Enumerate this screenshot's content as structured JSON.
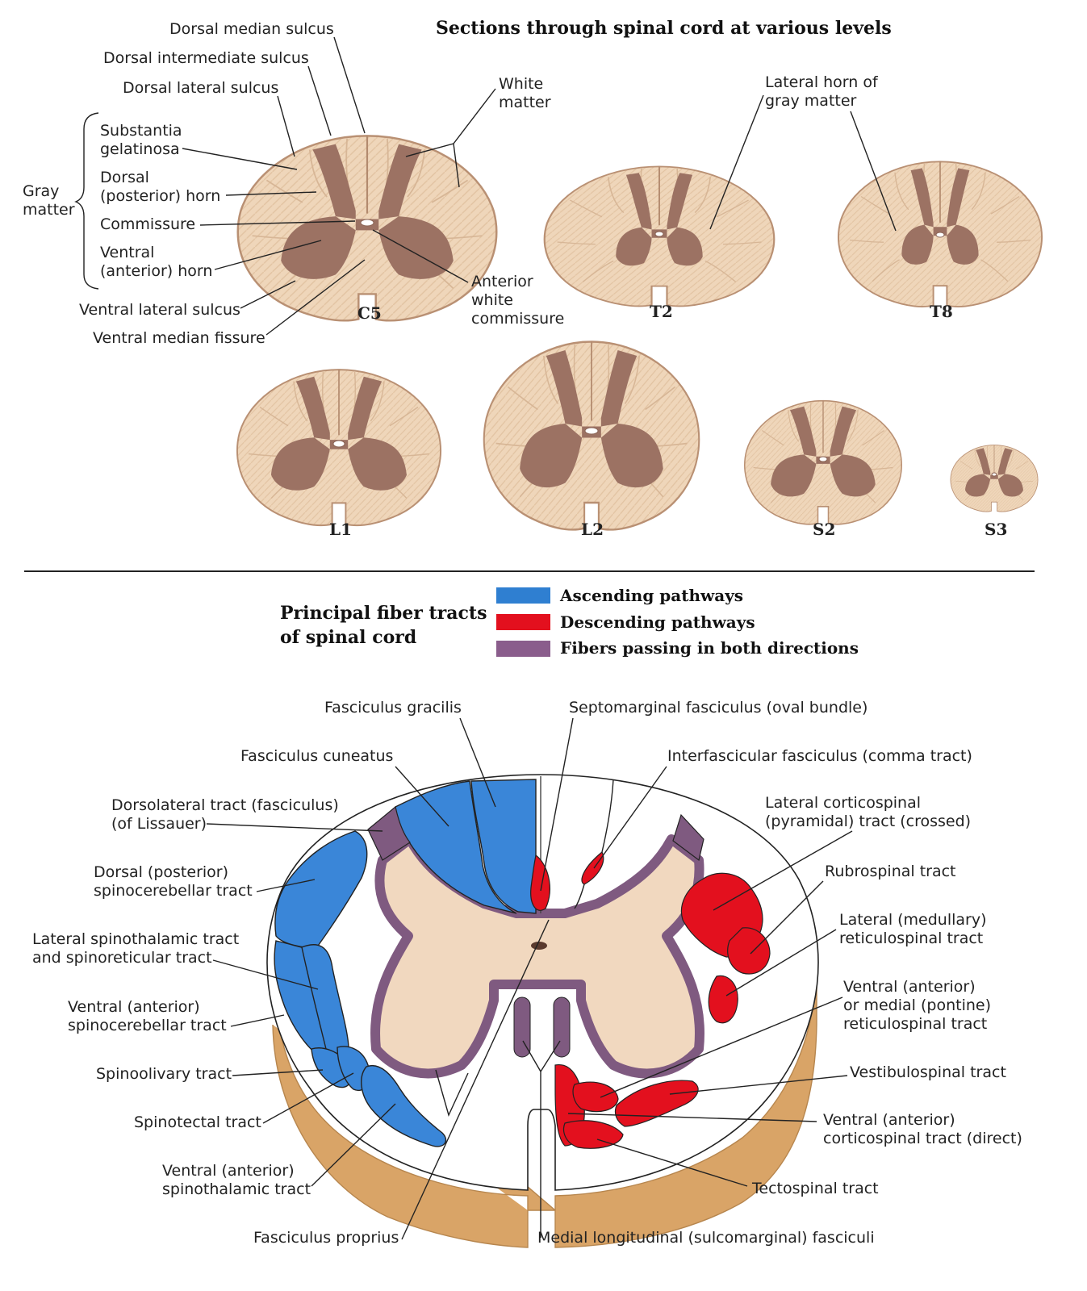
{
  "top_title": "Sections through spinal cord at various levels",
  "top_labels": {
    "dorsal_median_sulcus": "Dorsal median sulcus",
    "dorsal_intermediate_sulcus": "Dorsal intermediate sulcus",
    "dorsal_lateral_sulcus": "Dorsal lateral sulcus",
    "gray_matter_1": "Gray",
    "gray_matter_2": "matter",
    "substantia_1": "Substantia",
    "substantia_2": "gelatinosa",
    "dorsal_horn_1": "Dorsal",
    "dorsal_horn_2": "(posterior) horn",
    "commissure": "Commissure",
    "ventral_horn_1": "Ventral",
    "ventral_horn_2": "(anterior) horn",
    "ventral_lateral_sulcus": "Ventral lateral sulcus",
    "ventral_median_fissure": "Ventral median fissure",
    "white_matter_1": "White",
    "white_matter_2": "matter",
    "anterior_white_1": "Anterior",
    "anterior_white_2": "white",
    "anterior_white_3": "commissure",
    "lateral_horn_1": "Lateral horn of",
    "lateral_horn_2": "gray matter"
  },
  "levels": [
    "C5",
    "T2",
    "T8",
    "L1",
    "L2",
    "S2",
    "S3"
  ],
  "bottom_title_1": "Principal fiber tracts",
  "bottom_title_2": "of spinal cord",
  "legend": [
    {
      "label": "Ascending pathways",
      "color": "#2f7fd1"
    },
    {
      "label": "Descending pathways",
      "color": "#e3101e"
    },
    {
      "label": "Fibers passing in both directions",
      "color": "#8a5d8c"
    }
  ],
  "colors": {
    "white_matter": "#f0d9be",
    "gray_matter": "#9e7568",
    "ascending": "#3a86d8",
    "descending": "#e3101e",
    "both": "#7f5a80",
    "cut_surface": "#d8a36a"
  },
  "tract_labels": {
    "fasciculus_gracilis": "Fasciculus gracilis",
    "septomarginal": "Septomarginal fasciculus (oval bundle)",
    "fasciculus_cuneatus": "Fasciculus cuneatus",
    "interfascicular": "Interfascicular fasciculus (comma tract)",
    "dorsolateral_1": "Dorsolateral tract (fasciculus)",
    "dorsolateral_2": "(of Lissauer)",
    "lat_corticospinal_1": "Lateral corticospinal",
    "lat_corticospinal_2": "(pyramidal) tract (crossed)",
    "dorsal_spinocerebellar_1": "Dorsal (posterior)",
    "dorsal_spinocerebellar_2": "spinocerebellar tract",
    "rubrospinal": "Rubrospinal tract",
    "lat_spinothalamic_1": "Lateral spinothalamic tract",
    "lat_spinothalamic_2": "and spinoreticular tract",
    "lat_reticulospinal_1": "Lateral (medullary)",
    "lat_reticulospinal_2": "reticulospinal tract",
    "ventral_spinocerebellar_1": "Ventral (anterior)",
    "ventral_spinocerebellar_2": "spinocerebellar tract",
    "ventral_reticulospinal_1": "Ventral (anterior)",
    "ventral_reticulospinal_2": "or medial (pontine)",
    "ventral_reticulospinal_3": "reticulospinal tract",
    "spinoolivary": "Spinoolivary tract",
    "vestibulospinal": "Vestibulospinal tract",
    "spinotectal": "Spinotectal tract",
    "ventral_corticospinal_1": "Ventral (anterior)",
    "ventral_corticospinal_2": "corticospinal tract (direct)",
    "ventral_spinothalamic_1": "Ventral (anterior)",
    "ventral_spinothalamic_2": "spinothalamic tract",
    "tectospinal": "Tectospinal tract",
    "fasciculus_proprius": "Fasciculus proprius",
    "medial_longitudinal": "Medial longitudinal (sulcomarginal) fasciculi"
  }
}
